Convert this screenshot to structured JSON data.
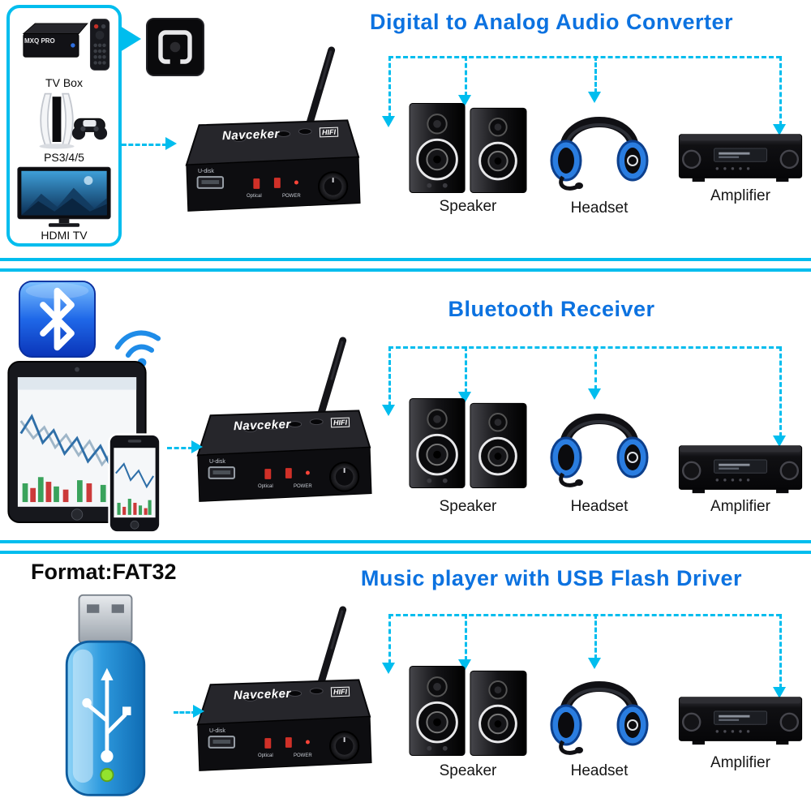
{
  "colors": {
    "title_blue": "#0c72e0",
    "line_cyan": "#00bdee",
    "headset_blue": "#2a7de0",
    "usb_body_blue": "#2e9ade",
    "led_red": "#d03028",
    "led_green": "#93e32e"
  },
  "device": {
    "brand": "Navceker",
    "hifi_badge": "HIFI",
    "usb_port_label": "U-disk",
    "optical_label": "Optical",
    "power_label": "POWER"
  },
  "section_dac": {
    "title": "Digital to Analog Audio Converter",
    "source_tv_box": "TV Box",
    "source_tv_box_brand": "MXQ PRO",
    "source_consoles": "PS3/4/5",
    "source_hdmi_tv": "HDMI TV",
    "output_speaker": "Speaker",
    "output_headset": "Headset",
    "output_amplifier": "Amplifier"
  },
  "section_bt": {
    "title": "Bluetooth Receiver",
    "output_speaker": "Speaker",
    "output_headset": "Headset",
    "output_amplifier": "Amplifier"
  },
  "section_usb": {
    "title": "Music player with USB Flash Driver",
    "format_label": "Format:FAT32",
    "output_speaker": "Speaker",
    "output_headset": "Headset",
    "output_amplifier": "Amplifier"
  },
  "icons": {
    "tv-box-icon": "android-tv-box-with-remote",
    "ps5-icon": "game-console-with-controller",
    "hdmi-tv-icon": "flat-screen-tv",
    "optical-port-icon": "toslink-square-port",
    "converter-device-icon": "black-dac-box-with-antenna-and-knob",
    "speaker-icon": "pair-of-bookshelf-speakers",
    "headset-icon": "blue-gaming-headset-with-mic",
    "amplifier-icon": "av-receiver-with-two-knobs",
    "bluetooth-icon": "blue-rounded-square-bluetooth-rune",
    "wifi-icon": "signal-arcs-with-dot",
    "tablet-icon": "tablet-showing-stock-chart",
    "phone-icon": "smartphone-showing-stock-chart",
    "usb-flash-drive-icon": "blue-usb-stick-with-trident-logo",
    "arrow-icon": "cyan-triangle",
    "dashed-connection-line": "cyan-dashed-line"
  }
}
